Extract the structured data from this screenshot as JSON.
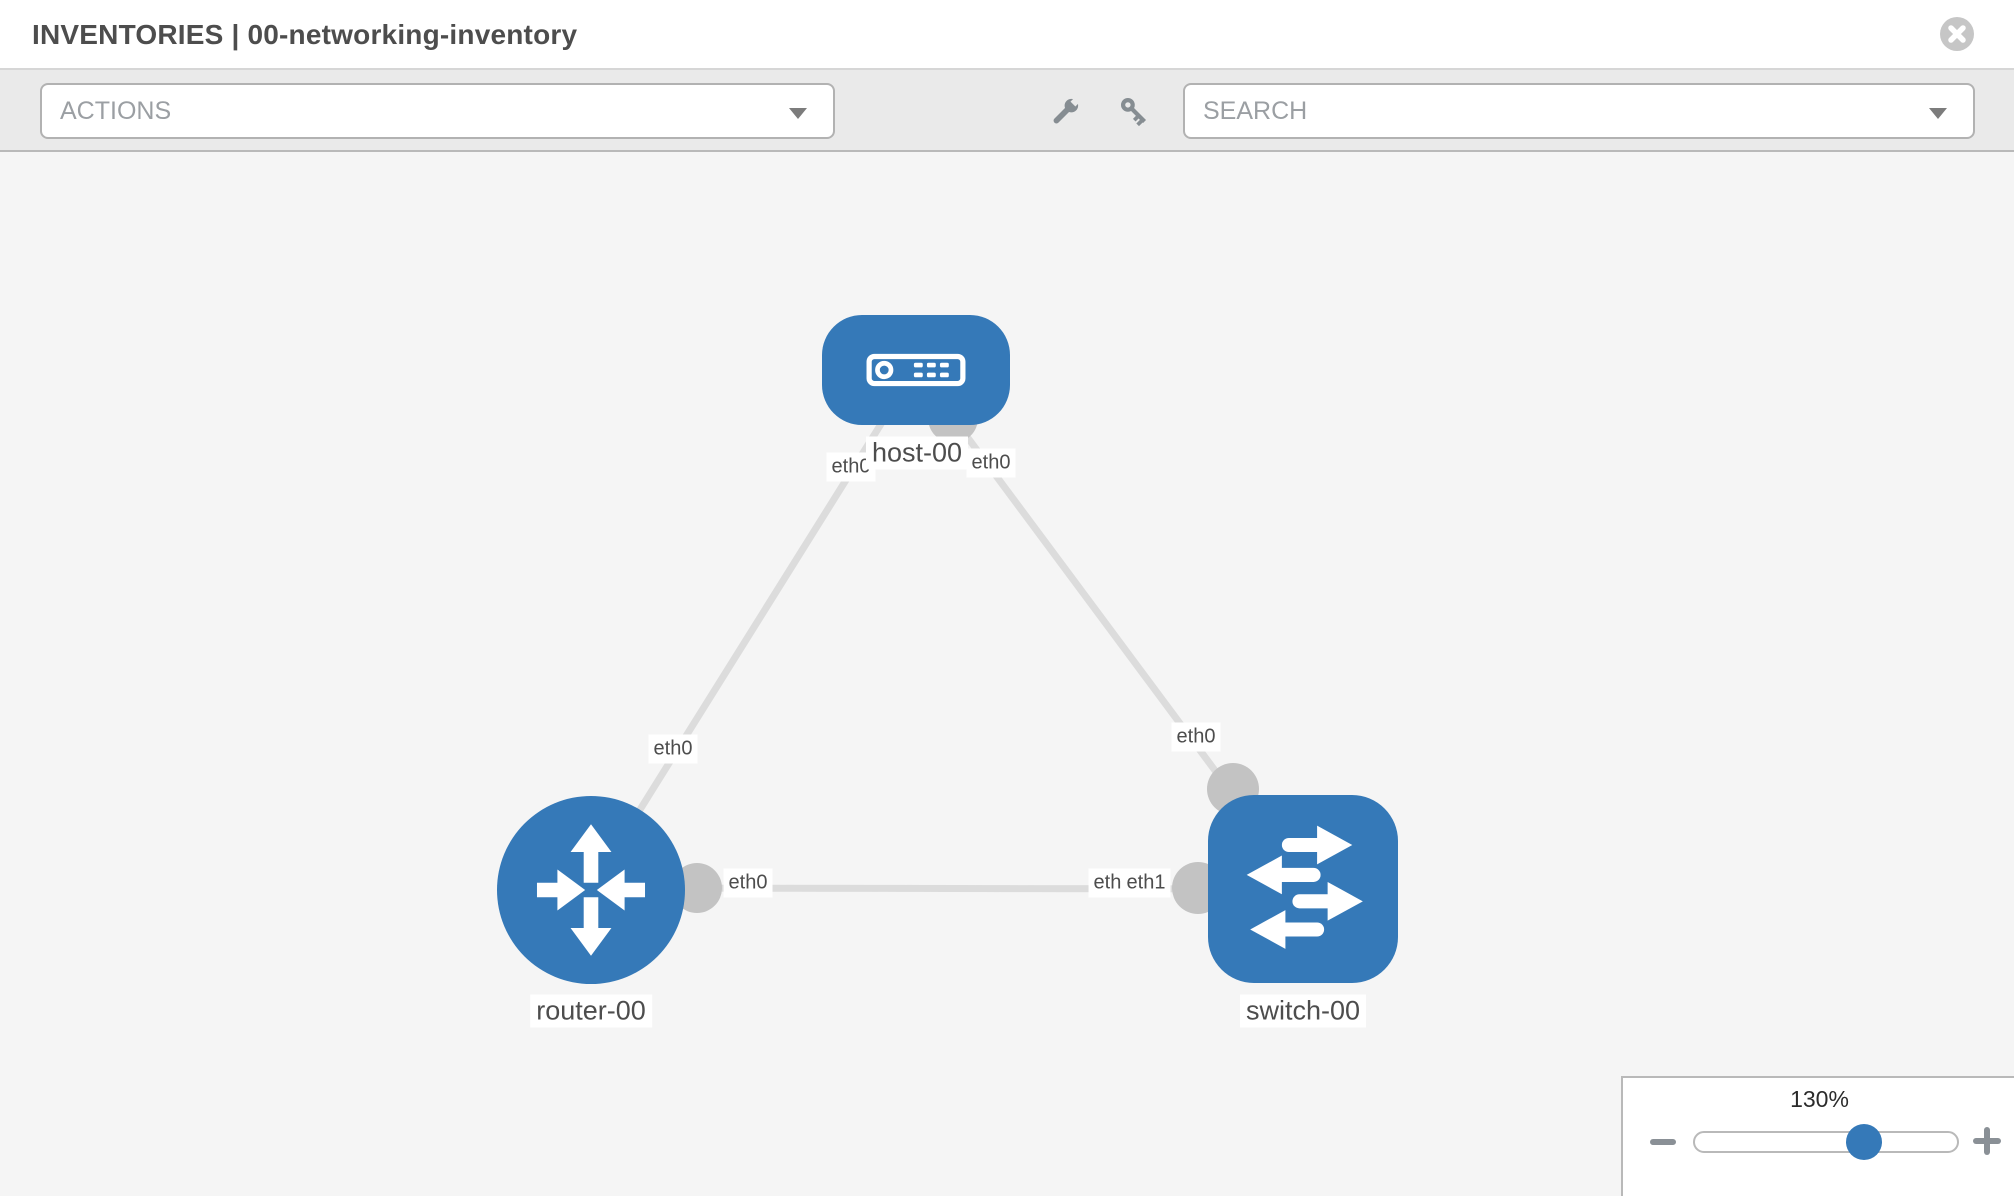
{
  "window": {
    "title": "INVENTORIES | 00-networking-inventory"
  },
  "toolbar": {
    "actions_label": "ACTIONS",
    "search_label": "SEARCH",
    "icons": [
      "wrench-icon",
      "key-icon"
    ]
  },
  "topology": {
    "nodes": [
      {
        "label": "host-00",
        "type": "host"
      },
      {
        "label": "router-00",
        "type": "router"
      },
      {
        "label": "switch-00",
        "type": "switch"
      }
    ],
    "links": [
      {
        "from": "host-00",
        "to": "router-00",
        "from_interface": "eth0",
        "to_interface": "eth0"
      },
      {
        "from": "host-00",
        "to": "switch-00",
        "from_interface": "eth0",
        "to_interface": "eth0"
      },
      {
        "from": "router-00",
        "to": "switch-00",
        "from_interface": "eth0",
        "to_interface": "eth1"
      }
    ],
    "interface_labels": [
      {
        "text": "eth0",
        "location": "host-left"
      },
      {
        "text": "eth0",
        "location": "host-right"
      },
      {
        "text": "eth0",
        "location": "router-top"
      },
      {
        "text": "eth0",
        "location": "switch-top"
      },
      {
        "text": "eth0",
        "location": "router-right"
      },
      {
        "text": "eth0",
        "location": "switch-left-under"
      },
      {
        "text": "eth1",
        "location": "switch-left"
      }
    ]
  },
  "zoom_control": {
    "level": "130%"
  },
  "colors": {
    "node_blue": "#3579b8",
    "link_gray": "#dcdcdc",
    "connector_gray": "#c3c3c3",
    "canvas_bg": "#f5f5f5",
    "toolbar_bg": "#eaeaea",
    "label_text": "#4d4d4d"
  }
}
